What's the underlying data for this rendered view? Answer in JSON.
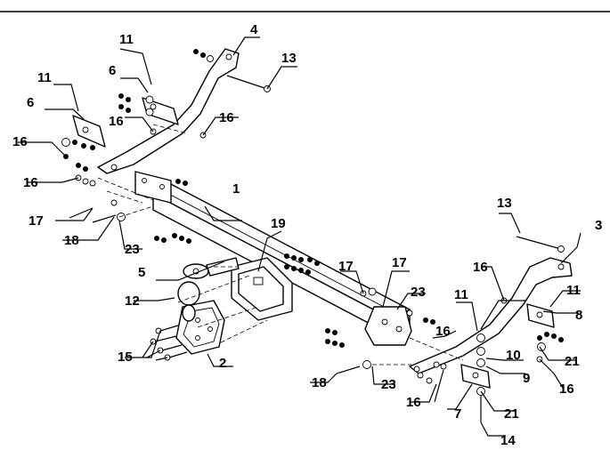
{
  "diagram": {
    "labels": {
      "p1": "1",
      "p2": "2",
      "p3": "3",
      "p4": "4",
      "p5": "5",
      "p6a": "6",
      "p6b": "6",
      "p7": "7",
      "p8": "8",
      "p9": "9",
      "p10": "10",
      "p11a": "11",
      "p11b": "11",
      "p11c": "11",
      "p11d": "11",
      "p12": "12",
      "p13a": "13",
      "p13b": "13",
      "p14": "14",
      "p15": "15",
      "p16a": "16",
      "p16b": "16",
      "p16c": "16",
      "p16d": "16",
      "p16e": "16",
      "p16f": "16",
      "p16g": "16",
      "p16h": "16",
      "p17a": "17",
      "p17b": "17",
      "p17c": "17",
      "p18a": "18",
      "p18b": "18",
      "p19": "19",
      "p21a": "21",
      "p21b": "21",
      "p23a": "23",
      "p23b": "23",
      "p23c": "23"
    }
  }
}
